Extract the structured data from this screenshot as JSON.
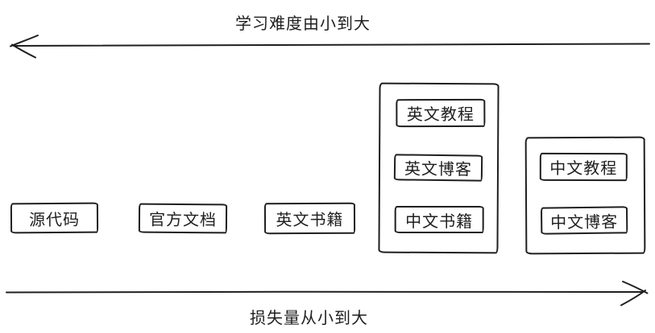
{
  "colors": {
    "ink": "#1f1f1f",
    "background": "#ffffff"
  },
  "top_axis": {
    "label": "学习难度由小到大",
    "direction": "left"
  },
  "bottom_axis": {
    "label": "损失量从小到大",
    "direction": "right"
  },
  "boxes": [
    {
      "label": "源代码"
    },
    {
      "label": "官方文档"
    },
    {
      "label": "英文书籍"
    }
  ],
  "groups": [
    {
      "items": [
        {
          "label": "英文教程"
        },
        {
          "label": "英文博客"
        },
        {
          "label": "中文书籍"
        }
      ]
    },
    {
      "items": [
        {
          "label": "中文教程"
        },
        {
          "label": "中文博客"
        }
      ]
    }
  ]
}
